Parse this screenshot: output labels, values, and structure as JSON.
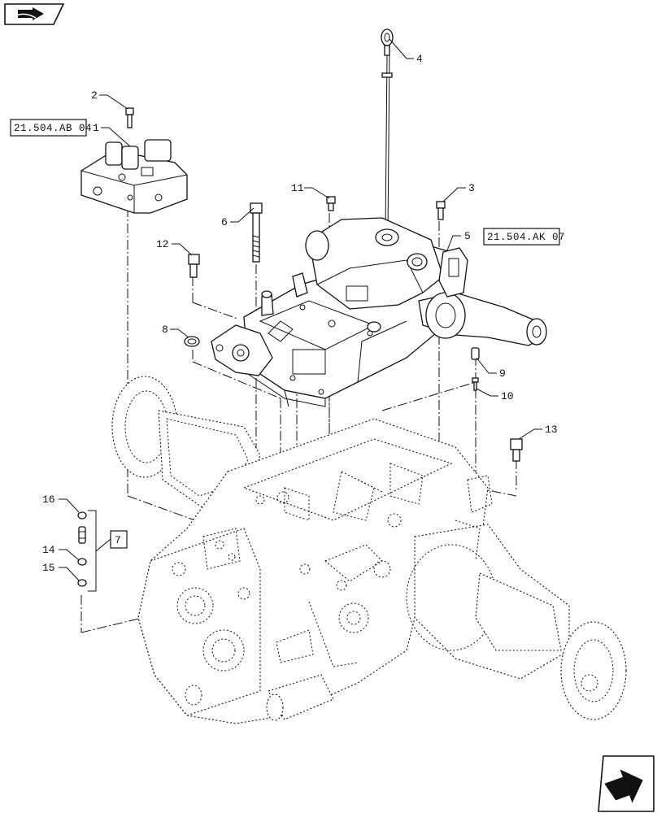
{
  "callouts": [
    {
      "id": "c1",
      "text": "1"
    },
    {
      "id": "c2",
      "text": "2"
    },
    {
      "id": "c3",
      "text": "3"
    },
    {
      "id": "c4",
      "text": "4"
    },
    {
      "id": "c5",
      "text": "5"
    },
    {
      "id": "c6",
      "text": "6"
    },
    {
      "id": "c7",
      "text": "7"
    },
    {
      "id": "c8",
      "text": "8"
    },
    {
      "id": "c9",
      "text": "9"
    },
    {
      "id": "c10",
      "text": "10"
    },
    {
      "id": "c11",
      "text": "11"
    },
    {
      "id": "c12",
      "text": "12"
    },
    {
      "id": "c13",
      "text": "13"
    },
    {
      "id": "c14",
      "text": "14"
    },
    {
      "id": "c15",
      "text": "15"
    },
    {
      "id": "c16",
      "text": "16"
    }
  ],
  "references": {
    "ref_left": "21.504.AB 04",
    "ref_right": "21.504.AK 07"
  },
  "icons": {
    "top_left": "book-with-arrow-icon",
    "bottom_right": "next-page-arrow-icon"
  }
}
